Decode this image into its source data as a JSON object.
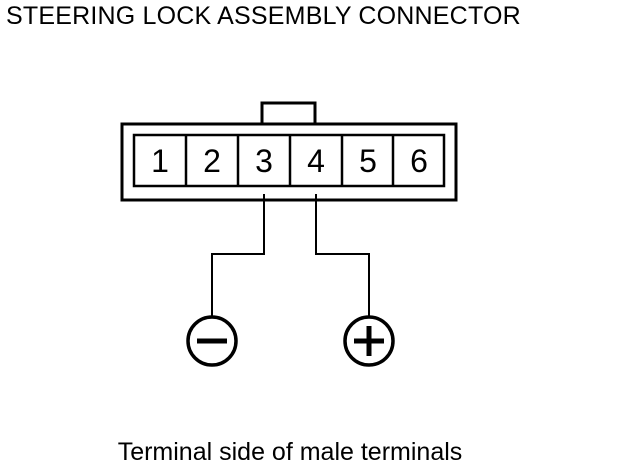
{
  "title": "STEERING LOCK ASSEMBLY CONNECTOR",
  "caption": "Terminal side of male terminals",
  "connector": {
    "terminals": [
      "1",
      "2",
      "3",
      "4",
      "5",
      "6"
    ]
  },
  "probes": {
    "negative": {
      "terminal": "3",
      "symbol": "minus-icon"
    },
    "positive": {
      "terminal": "4",
      "symbol": "plus-icon"
    }
  }
}
